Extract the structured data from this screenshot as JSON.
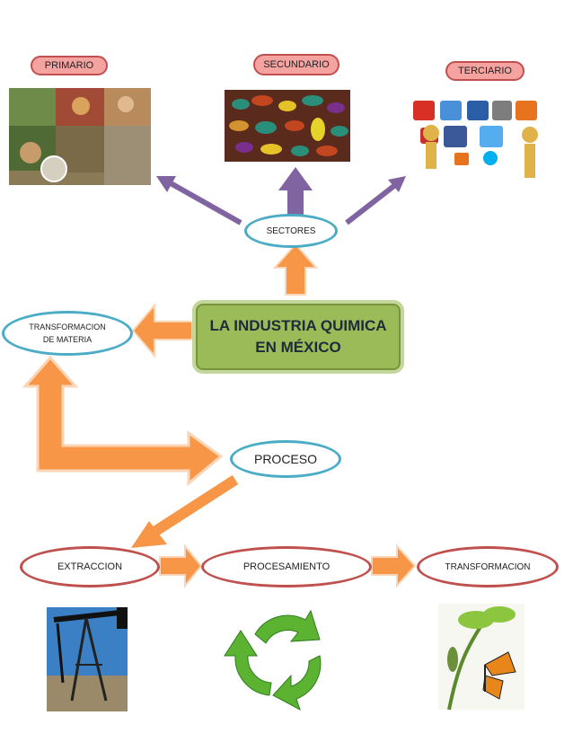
{
  "center": {
    "line1": "LA INDUSTRIA QUIMICA",
    "line2": "EN MÉXICO"
  },
  "sectors": {
    "label": "SECTORES",
    "primario": "PRIMARIO",
    "secundario": "SECUNDARIO",
    "terciario": "TERCIARIO"
  },
  "transformacion_materia": {
    "line1": "TRANSFORMACION",
    "line2": "DE MATERIA"
  },
  "proceso": "PROCESO",
  "steps": {
    "extraccion": "EXTRACCION",
    "procesamiento": "PROCESAMIENTO",
    "transformacion": "TRANSFORMACION"
  },
  "colors": {
    "arrow_orange": "#f79646",
    "arrow_purple": "#8064a2",
    "center_fill": "#9bbb59",
    "oval_blue": "#4bacc6",
    "oval_red": "#c0504d",
    "pill_fill": "#f5a3a0"
  },
  "icons": [
    "farming-collage",
    "pills-image",
    "social-media-figures",
    "oil-pump",
    "recycle-arrows",
    "butterfly-lifecycle"
  ]
}
